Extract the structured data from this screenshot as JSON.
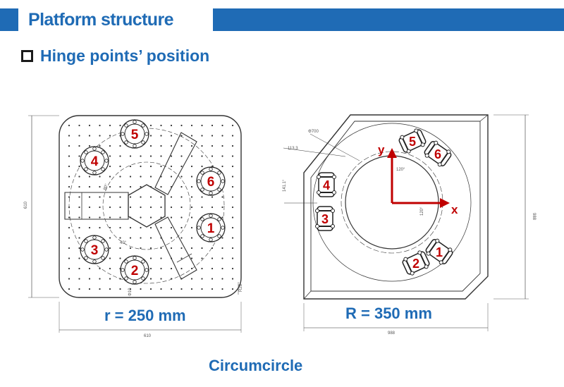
{
  "header": {
    "title": "Platform structure"
  },
  "section": {
    "heading": "Hinge points’ position"
  },
  "left_drawing": {
    "caption": "r = 250 mm",
    "hinge_labels": [
      "1",
      "2",
      "3",
      "4",
      "5",
      "6"
    ],
    "dimensions": {
      "bottom": "610",
      "left": "610",
      "hole": "Φ10",
      "corner": "R28",
      "arc1": "80°",
      "arc2": "40°"
    }
  },
  "right_drawing": {
    "caption": "R = 350 mm",
    "hinge_labels": [
      "1",
      "2",
      "3",
      "4",
      "5",
      "6"
    ],
    "axes": {
      "x": "x",
      "y": "y"
    },
    "dimensions": {
      "circle": "Φ700",
      "offset_a": "113.3",
      "offset_b": "141.1°",
      "angle_a": "120°",
      "angle_b": "120°",
      "bottom": "988",
      "right": "988"
    }
  },
  "footer": {
    "caption": "Circumcircle"
  },
  "colors": {
    "brand": "#1f6bb5",
    "label": "#c00000",
    "line": "#333333"
  }
}
